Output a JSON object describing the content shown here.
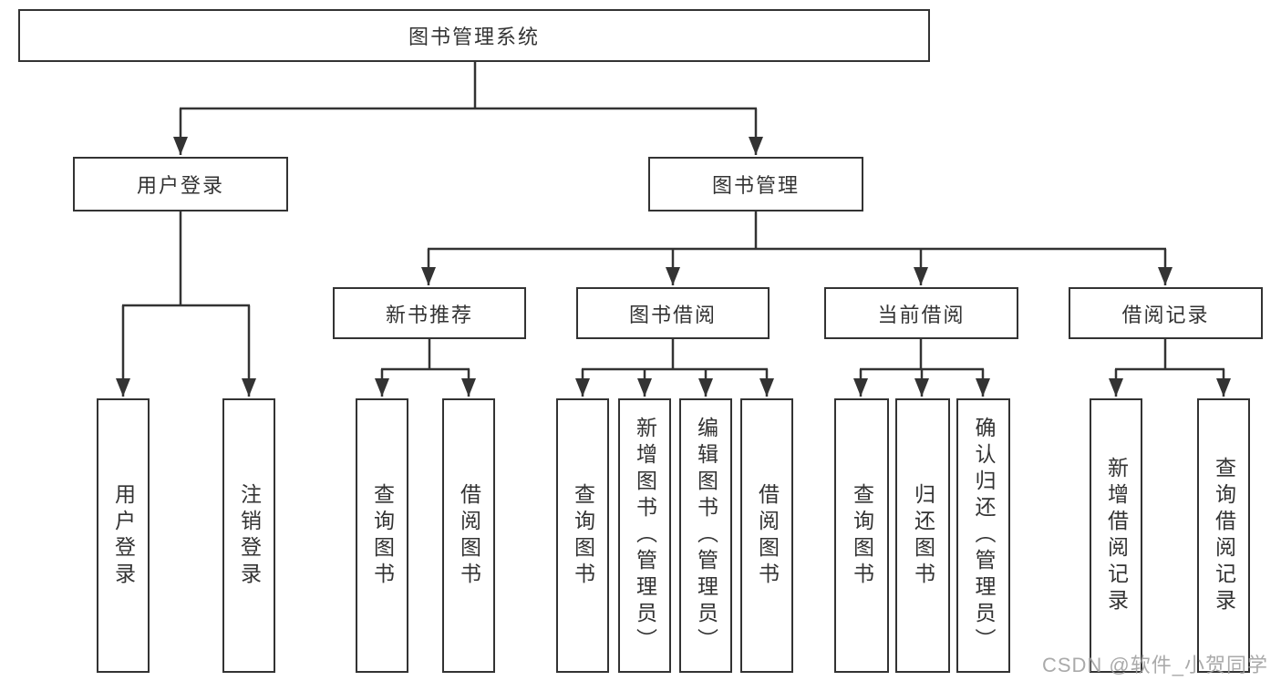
{
  "tree": {
    "label": "图书管理系统",
    "children": [
      {
        "label": "用户登录",
        "children": [
          {
            "label": "用户登录"
          },
          {
            "label": "注销登录"
          }
        ]
      },
      {
        "label": "图书管理",
        "children": [
          {
            "label": "新书推荐",
            "children": [
              {
                "label": "查询图书"
              },
              {
                "label": "借阅图书"
              }
            ]
          },
          {
            "label": "图书借阅",
            "children": [
              {
                "label": "查询图书"
              },
              {
                "label": "新增图书（管理员）"
              },
              {
                "label": "编辑图书（管理员）"
              },
              {
                "label": "借阅图书"
              }
            ]
          },
          {
            "label": "当前借阅",
            "children": [
              {
                "label": "查询图书"
              },
              {
                "label": "归还图书"
              },
              {
                "label": "确认归还（管理员）"
              }
            ]
          },
          {
            "label": "借阅记录",
            "children": [
              {
                "label": "新增借阅记录"
              },
              {
                "label": "查询借阅记录"
              }
            ]
          }
        ]
      }
    ]
  },
  "watermark": {
    "text": "CSDN @软件_小贺同学"
  },
  "colors": {
    "line": "#333333",
    "text": "#333333",
    "box_background": "#ffffff",
    "watermark": "#9e9e9e",
    "background": "#ffffff"
  }
}
